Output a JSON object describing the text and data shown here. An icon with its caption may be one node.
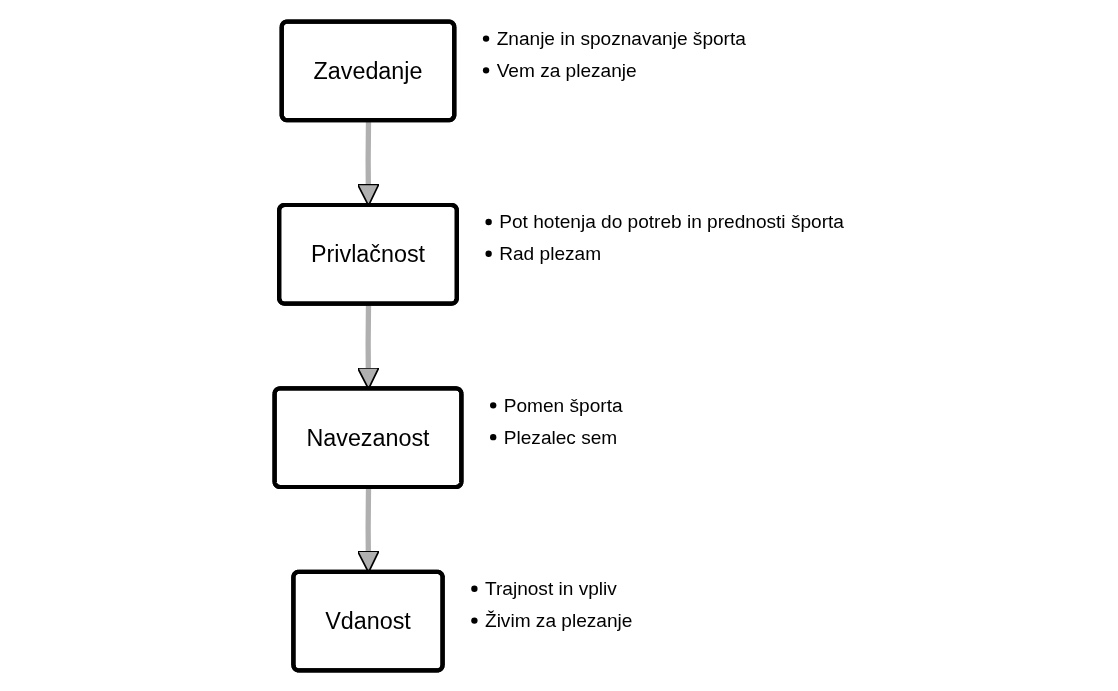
{
  "diagram": {
    "nodes": [
      {
        "text": [
          "Zavedanje"
        ],
        "beside": [
          "Znanje in spoznavanje športa",
          "Vem za plezanje"
        ]
      },
      {
        "text": [
          "Privlačnost"
        ],
        "beside": [
          "Pot hotenja do potreb in prednosti športa",
          "Rad plezam"
        ]
      },
      {
        "text": [
          "Navezanost"
        ],
        "beside": [
          "Pomen športa",
          "Plezalec sem"
        ]
      },
      {
        "text": [
          "Vdanost"
        ],
        "beside": [
          "Trajnost in vpliv",
          "Živim za plezanje"
        ]
      }
    ],
    "edges": [
      {
        "from": 0,
        "to": 1,
        "arrow": "to"
      },
      {
        "from": 1,
        "to": 2,
        "arrow": "to"
      },
      {
        "from": 2,
        "to": 3,
        "arrow": "to"
      }
    ]
  }
}
